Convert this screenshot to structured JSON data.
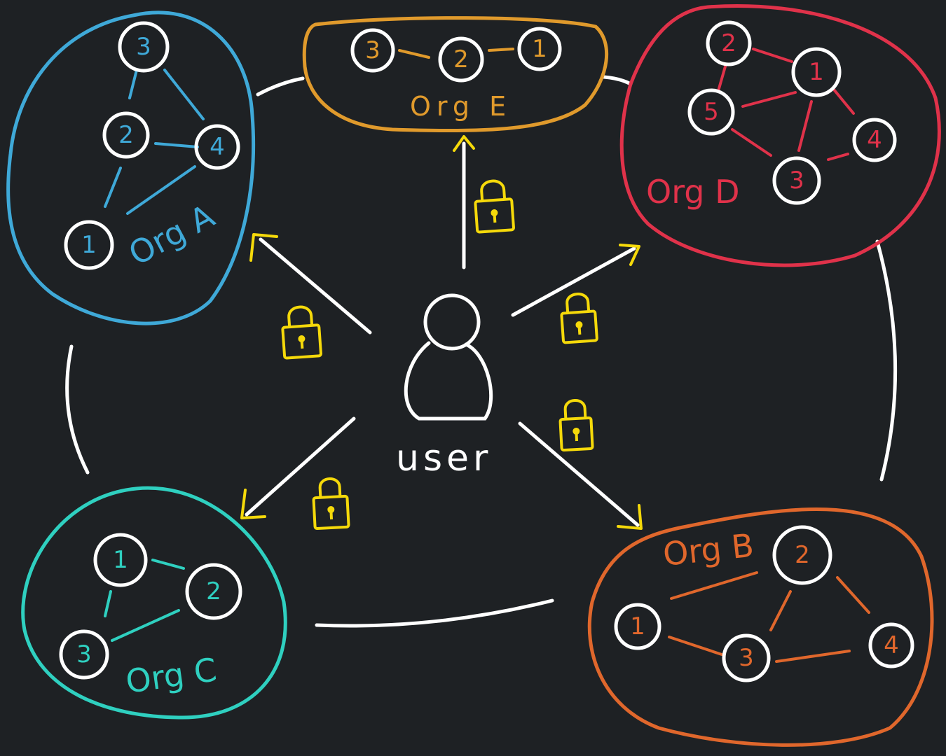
{
  "colors": {
    "background": "#1e2124",
    "ink": "#ffffff",
    "lock": "#f5d90a",
    "org_a": "#3fa9d8",
    "org_b": "#e0672c",
    "org_c": "#2fd0c0",
    "org_d": "#e0324a",
    "org_e": "#e09a2c"
  },
  "user": {
    "label": "user"
  },
  "orgs": {
    "a": {
      "label": "Org A",
      "nodes": [
        "3",
        "2",
        "4",
        "1"
      ]
    },
    "b": {
      "label": "Org B",
      "nodes": [
        "2",
        "1",
        "3",
        "4"
      ]
    },
    "c": {
      "label": "Org C",
      "nodes": [
        "1",
        "2",
        "3"
      ]
    },
    "d": {
      "label": "Org D",
      "nodes": [
        "2",
        "1",
        "5",
        "4",
        "3"
      ]
    },
    "e": {
      "label": "Org E",
      "nodes": [
        "3",
        "2",
        "1"
      ]
    }
  },
  "icons": {
    "lock": "lock-icon",
    "user": "user-icon",
    "arrow": "arrow-icon"
  }
}
